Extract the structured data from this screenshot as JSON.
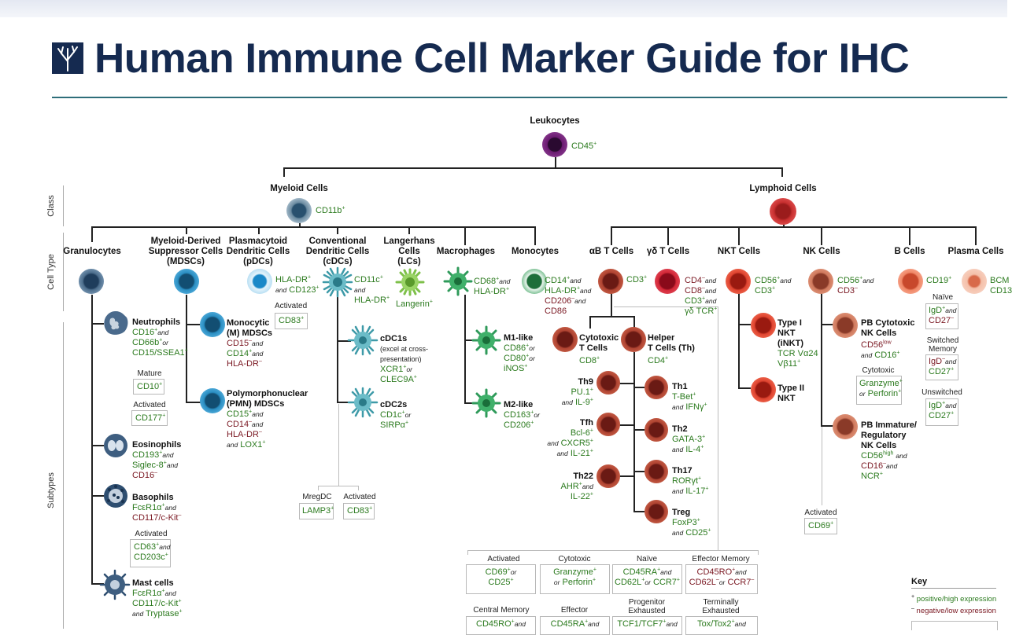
{
  "title": "Human Immune Cell Marker Guide for IHC",
  "logo": {
    "icon": "tree-logo-icon"
  },
  "side_labels": {
    "class": "Class",
    "cell_type": "Cell Type",
    "subtypes": "Subtypes"
  },
  "colors": {
    "positive": "#2b7a1e",
    "negative": "#7a1822",
    "title": "#152a50",
    "leukocyte": "#5b1560",
    "myeloid": "#2e5e80",
    "lymphoid": "#9b1c1c"
  },
  "root": {
    "name": "Leukocytes",
    "marker": "CD45"
  },
  "classes": {
    "myeloid": {
      "name": "Myeloid Cells",
      "marker": "CD11b"
    },
    "lymphoid": {
      "name": "Lymphoid Cells"
    }
  },
  "cell_types": {
    "granulocytes": "Granulocytes",
    "mdsc": {
      "l1": "Myeloid-Derived",
      "l2": "Suppressor Cells",
      "l3": "(MDSCs)"
    },
    "pdc": {
      "l1": "Plasmacytoid",
      "l2": "Dendritic Cells",
      "l3": "(pDCs)",
      "m1": "HLA-DR",
      "conj": "and",
      "m2": "CD123",
      "activated": "Activated",
      "act_marker": "CD83"
    },
    "cdc": {
      "l1": "Conventional",
      "l2": "Dendritic Cells",
      "l3": "(cDCs)",
      "m1": "CD11c",
      "conj": "and",
      "m2": "HLA-DR"
    },
    "lc": {
      "l1": "Langerhans",
      "l2": "Cells",
      "l3": "(LCs)",
      "m1": "Langerin"
    },
    "macrophages": {
      "name": "Macrophages",
      "m1": "CD68",
      "conj": "and",
      "m2": "HLA-DR"
    },
    "monocytes": {
      "name": "Monocytes",
      "m1": "CD14",
      "c1": "and",
      "m2": "HLA-DR",
      "c2": "and",
      "m3": "CD206",
      "c3": "and",
      "m4": "CD86"
    },
    "ab_t": {
      "name": "αB T Cells",
      "m1": "CD3"
    },
    "gd_t": {
      "name": "γδ T Cells",
      "m1": "CD4",
      "c1": "and",
      "m2": "CD8",
      "c2": "and",
      "m3": "CD3",
      "c3": "and",
      "m4": "γδ TCR"
    },
    "nkt": {
      "name": "NKT Cells",
      "m1": "CD56",
      "conj": "and",
      "m2": "CD3"
    },
    "nk": {
      "name": "NK Cells",
      "m1": "CD56",
      "conj": "and",
      "m2": "CD3"
    },
    "b": {
      "name": "B Cells",
      "m1": "CD19"
    },
    "plasma": {
      "name": "Plasma Cells",
      "m1": "BCM",
      "m2": "CD13"
    }
  },
  "granulocyte_subtypes": {
    "neutrophils": {
      "name": "Neutrophils",
      "m1": "CD16",
      "c1": "and",
      "m2": "CD66b",
      "c2": "or",
      "m3": "CD15/SSEA1",
      "mature": "Mature",
      "mature_marker": "CD10",
      "activated": "Activated",
      "act_marker": "CD177"
    },
    "eosinophils": {
      "name": "Eosinophils",
      "m1": "CD193",
      "c1": "and",
      "m2": "Siglec-8",
      "c2": "and",
      "m3": "CD16"
    },
    "basophils": {
      "name": "Basophils",
      "m1": "FcεR1α",
      "c1": "and",
      "m2": "CD117/c-Kit",
      "activated": "Activated",
      "a1": "CD63",
      "a_conj": "and",
      "a2": "CD203c"
    },
    "mast": {
      "name": "Mast cells",
      "m1": "FcεR1α",
      "c1": "and",
      "m2": "CD117/c-Kit",
      "c2": "and",
      "m3": "Tryptase"
    }
  },
  "mdsc_subtypes": {
    "monocytic": {
      "l1": "Monocytic",
      "l2": "(M) MDSCs",
      "m1": "CD15",
      "c1": "and",
      "m2": "CD14",
      "c2": "and",
      "m3": "HLA-DR"
    },
    "pmn": {
      "l1": "Polymorphonuclear",
      "l2": "(PMN) MDSCs",
      "m1": "CD15",
      "c1": "and",
      "m2": "CD14",
      "c2": "and",
      "m3": "HLA-DR",
      "c3": "and",
      "m4": "LOX1"
    }
  },
  "cdc_subtypes": {
    "cdc1": {
      "name": "cDC1s",
      "note1": "(excel at cross-",
      "note2": "presentation)",
      "m1": "XCR1",
      "conj": "or",
      "m2": "CLEC9A"
    },
    "cdc2": {
      "name": "cDC2s",
      "m1": "CD1c",
      "conj": "or",
      "m2": "SIRPα"
    },
    "mregdc": {
      "label": "MregDC",
      "marker": "LAMP3"
    },
    "activated": {
      "label": "Activated",
      "marker": "CD83"
    }
  },
  "macrophage_subtypes": {
    "m1": {
      "name": "M1-like",
      "m1": "CD86",
      "c1": "or",
      "m2": "CD80",
      "c2": "or",
      "m3": "iNOS"
    },
    "m2": {
      "name": "M2-like",
      "m1": "CD163",
      "conj": "or",
      "m2": "CD206"
    }
  },
  "t_subtypes": {
    "cytotoxic": {
      "l1": "Cytotoxic",
      "l2": "T Cells",
      "m1": "CD8"
    },
    "helper": {
      "l1": "Helper",
      "l2": "T Cells (Th)",
      "m1": "CD4"
    },
    "th9": {
      "name": "Th9",
      "m1": "PU.1",
      "conj": "and",
      "m2": "IL-9"
    },
    "tfh": {
      "name": "Tfh",
      "m1": "Bcl-6",
      "c1": "and",
      "m2": "CXCR5",
      "c2": "and",
      "m3": "IL-21"
    },
    "th22": {
      "name": "Th22",
      "m1": "AHR",
      "conj": "and",
      "m2": "IL-22"
    },
    "th1": {
      "name": "Th1",
      "m1": "T-Bet",
      "conj": "and",
      "m2": "IFNγ"
    },
    "th2": {
      "name": "Th2",
      "m1": "GATA-3",
      "conj": "and",
      "m2": "IL-4"
    },
    "th17": {
      "name": "Th17",
      "m1": "RORγt",
      "conj": "and",
      "m2": "IL-17"
    },
    "treg": {
      "name": "Treg",
      "m1": "FoxP3",
      "conj": "and",
      "m2": "CD25"
    }
  },
  "nkt_subtypes": {
    "type1": {
      "l1": "Type I",
      "l2": "NKT",
      "l3": "(iNKT)",
      "m1": "TCR Vα24",
      "m2": "Vβ11"
    },
    "type2": {
      "l1": "Type II",
      "l2": "NKT"
    }
  },
  "nk_subtypes": {
    "cytotoxic": {
      "l1": "PB Cytotoxic",
      "l2": "NK Cells",
      "m1": "CD56",
      "m1sup": "low",
      "conj": "and",
      "m2": "CD16",
      "sub": "Cytotoxic",
      "s1": "Granzyme",
      "s_conj": "or",
      "s2": "Perforin"
    },
    "immature": {
      "l1": "PB Immature/",
      "l2": "Regulatory",
      "l3": "NK Cells",
      "m1": "CD56",
      "m1sup": "high",
      "c1": "and",
      "m2": "CD16",
      "c2": "and",
      "m3": "NCR"
    },
    "activated": {
      "label": "Activated",
      "marker": "CD69"
    }
  },
  "b_subtypes": {
    "naive": {
      "label": "Naïve",
      "m1": "IgD",
      "conj": "and",
      "m2": "CD27"
    },
    "switched": {
      "l1": "Switched",
      "l2": "Memory",
      "m1": "IgD",
      "conj": "and",
      "m2": "CD27"
    },
    "unswitched": {
      "label": "Unswitched",
      "m1": "IgD",
      "conj": "and",
      "m2": "CD27"
    }
  },
  "t_states": {
    "activated": {
      "label": "Activated",
      "m1": "CD69",
      "conj": "or",
      "m2": "CD25"
    },
    "cytotoxic": {
      "label": "Cytotoxic",
      "m1": "Granzyme",
      "conj": "or",
      "m2": "Perforin"
    },
    "naive": {
      "label": "Naïve",
      "m1": "CD45RA",
      "c1": "and",
      "m2": "CD62L",
      "c2": "or",
      "m3": "CCR7"
    },
    "effector_memory": {
      "label": "Effector Memory",
      "m1": "CD45RO",
      "c1": "and",
      "m2": "CD62L",
      "c2": "or",
      "m3": "CCR7"
    },
    "central_memory": {
      "label": "Central Memory",
      "m1": "CD45RO",
      "c1": "and"
    },
    "effector": {
      "label": "Effector",
      "m1": "CD45RA",
      "c1": "and"
    },
    "progenitor": {
      "l1": "Progenitor",
      "l2": "Exhausted",
      "m1": "TCF1/TCF7",
      "c1": "and"
    },
    "terminal": {
      "l1": "Terminally",
      "l2": "Exhausted",
      "m1": "Tox/Tox2",
      "c1": "and"
    }
  },
  "key": {
    "title": "Key",
    "pos": "positive/high expression",
    "neg": "negative/low expression"
  }
}
